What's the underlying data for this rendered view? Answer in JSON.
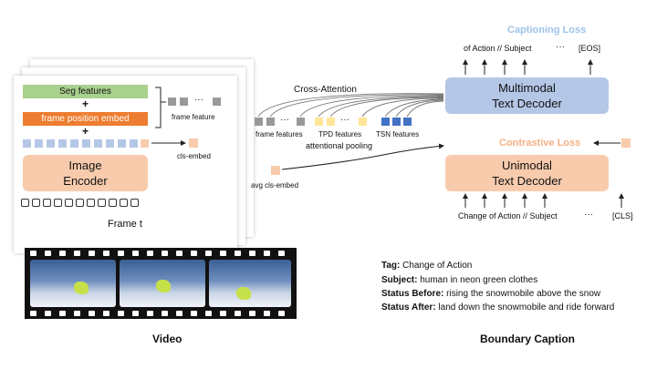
{
  "left": {
    "seg_features": "Seg features",
    "plus": "+",
    "frame_position_embed": "frame position embed",
    "frame_feature": "frame feature",
    "cls_embed": "cls-embed",
    "image_encoder": [
      "Image",
      "Encoder"
    ],
    "frame_t": "Frame t",
    "ellipsis": "···"
  },
  "middle": {
    "cross_attention": "Cross-Attention",
    "frame_features": "frame features",
    "tpd_features": "TPD features",
    "tsn_features": "TSN features",
    "attentional_pooling": "attentional pooling",
    "avg_cls_embed": "avg cls-embed"
  },
  "right": {
    "captioning_loss": "Captioning Loss",
    "contrastive_loss": "Contrastive Loss",
    "multimodal_decoder": [
      "Multimodal",
      "Text Decoder"
    ],
    "unimodal_decoder": [
      "Unimodal",
      "Text Decoder"
    ],
    "top_tokens": [
      "of Action // Subject",
      "···",
      "[EOS]"
    ],
    "bottom_tokens": [
      "Change of Action // Subject",
      "···",
      "[CLS]"
    ]
  },
  "caption": {
    "tag_key": "Tag:",
    "tag_val": " Change of Action",
    "subject_key": "Subject:",
    "subject_val": " human in neon green clothes",
    "before_key": "Status Before:",
    "before_val": " rising the snowmobile above the snow",
    "after_key": "Status After:",
    "after_val": " land down the snowmobile and ride forward"
  },
  "bottom_labels": {
    "video": "Video",
    "boundary_caption": "Boundary Caption"
  },
  "colors": {
    "seg": "#a9d18e",
    "frame_pos": "#ed7d31",
    "encoder": "#f8cbad",
    "multimodal": "#b4c7e7",
    "unimodal": "#f8cbad",
    "gray_token": "#999999",
    "tpd_token": "#ffe699",
    "tsn_token": "#4472c4",
    "patch_token": "#b4c7e7",
    "captioning_loss": "#9dc3e6",
    "contrastive_loss": "#f4b183"
  }
}
